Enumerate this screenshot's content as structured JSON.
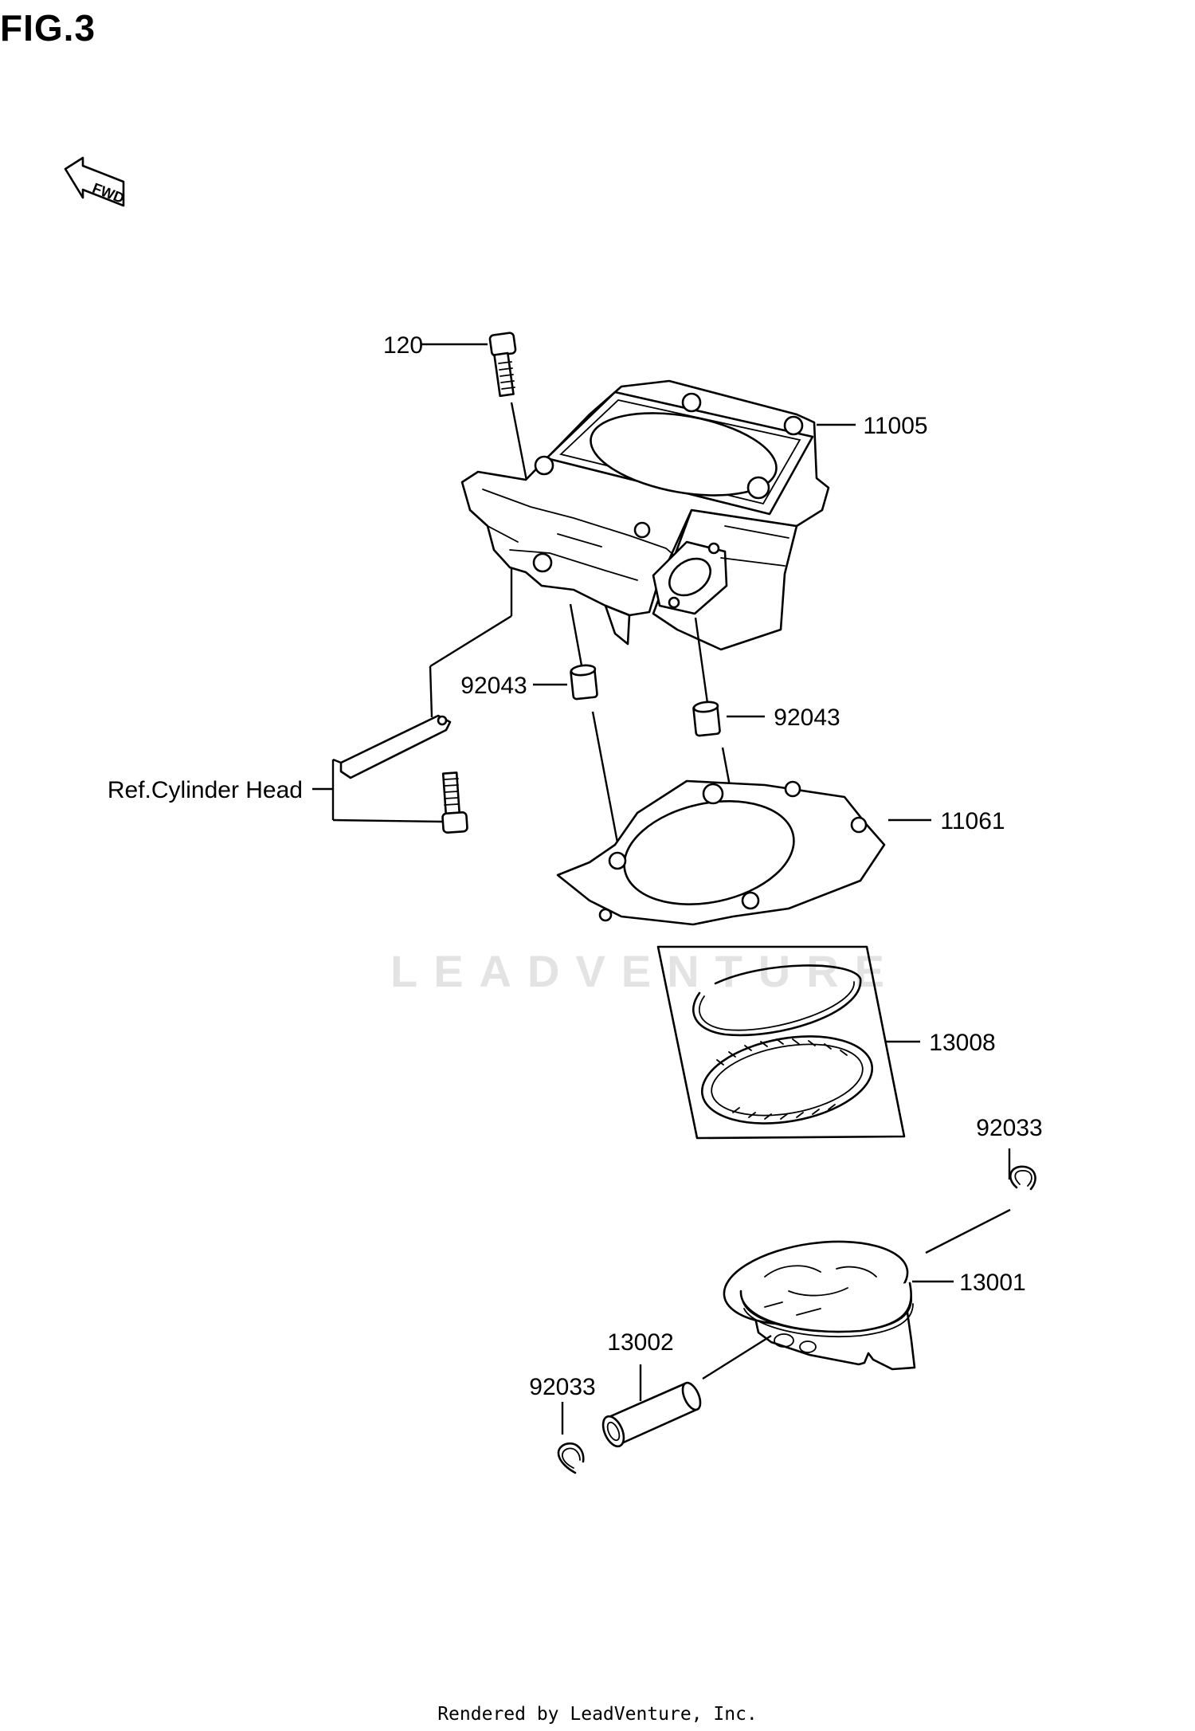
{
  "figure": {
    "title": "FIG.3"
  },
  "fwd_badge": "FWD",
  "callouts": {
    "c120": "120",
    "c11005": "11005",
    "c92043a": "92043",
    "c92043b": "92043",
    "ref": "Ref.Cylinder Head",
    "c11061": "11061",
    "c13008": "13008",
    "c92033a": "92033",
    "c13001": "13001",
    "c13002": "13002",
    "c92033b": "92033"
  },
  "watermark": "LEADVENTURE",
  "footer": "Rendered by LeadVenture, Inc."
}
